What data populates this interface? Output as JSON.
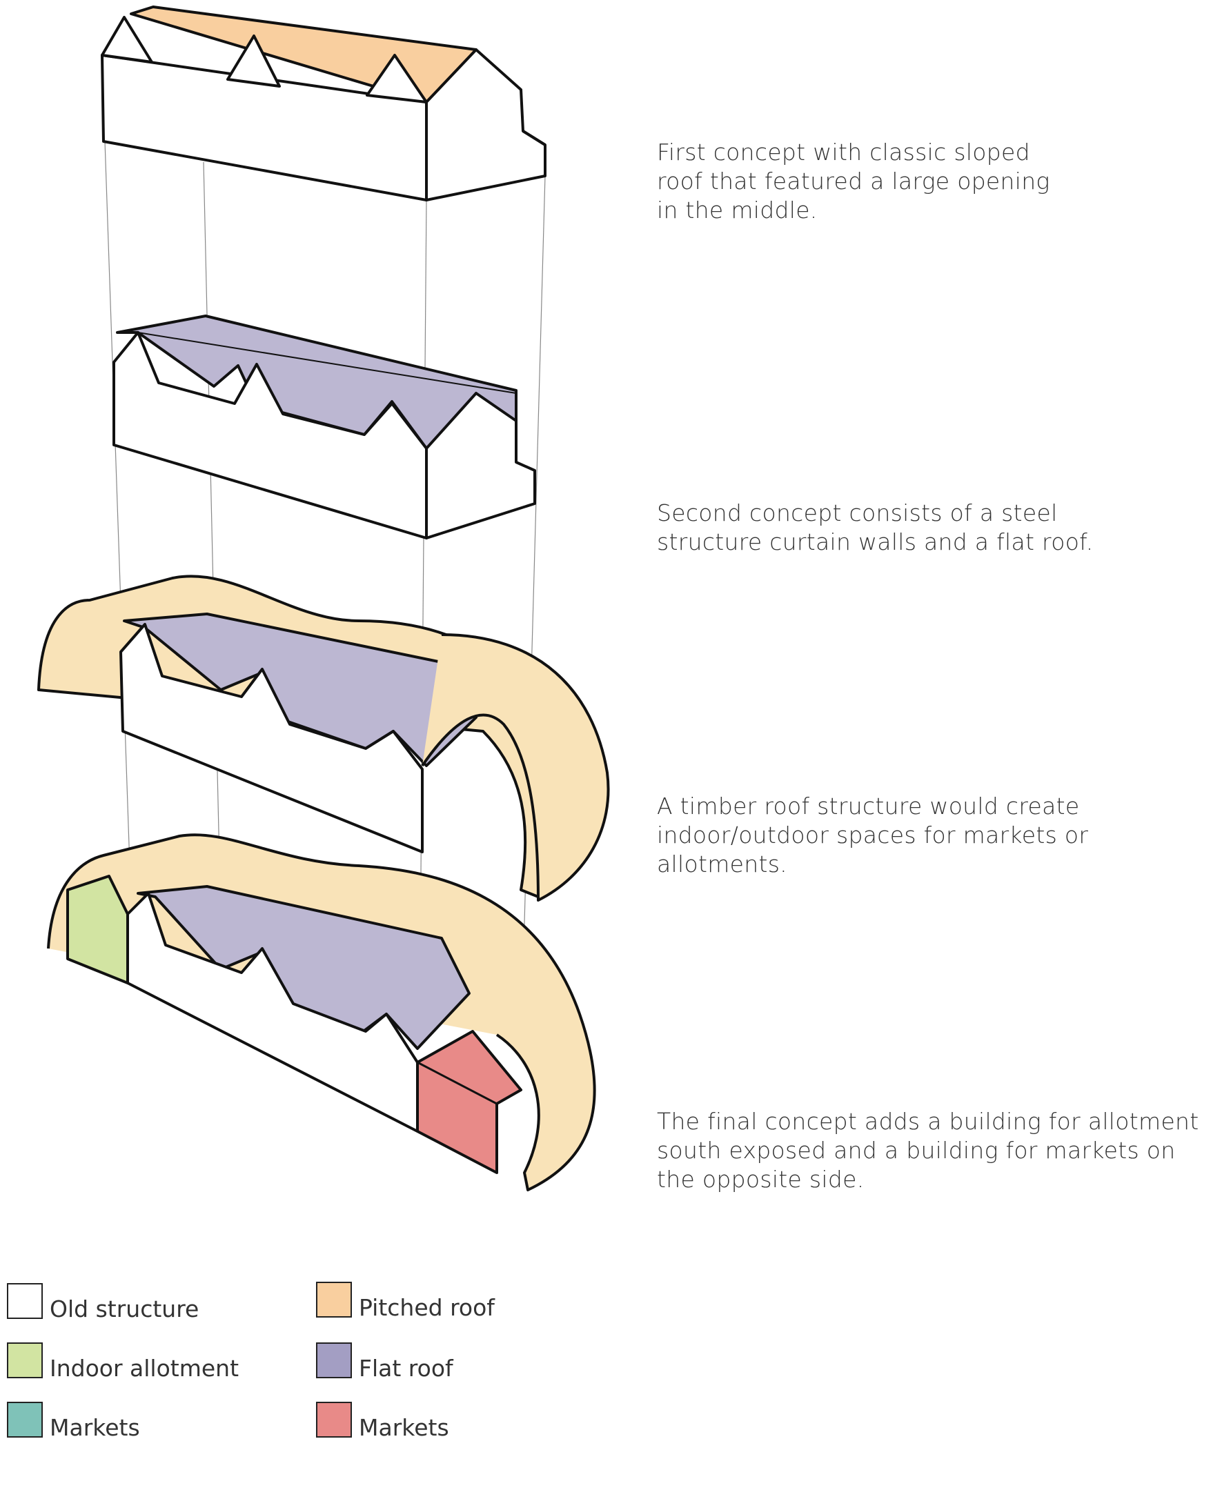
{
  "captions": {
    "c1": "First concept with classic sloped roof that featured a large opening in the middle.",
    "c2": "Second concept consists of a steel structure curtain walls and a flat roof.",
    "c3": "A timber roof structure would create indoor/outdoor spaces for markets or allotments.",
    "c4": "The final concept adds a building for allotment south exposed and a building for markets on the opposite side."
  },
  "legend": {
    "items": [
      {
        "label": "Old structure",
        "color": "#ffffff"
      },
      {
        "label": "Indoor allotment",
        "color": "#d2e4a2"
      },
      {
        "label": "Markets",
        "color": "#7fc2b8"
      },
      {
        "label": "Pitched roof",
        "color": "#f9cf9f"
      },
      {
        "label": "Flat roof",
        "color": "#a39ec3"
      },
      {
        "label": "Markets",
        "color": "#e88a88"
      }
    ]
  },
  "colors": {
    "pitched_roof": "#f9cf9f",
    "flat_roof": "#bcb7d2",
    "timber_roof": "#f9e3b8",
    "allotment": "#d2e4a2",
    "market": "#e88a88",
    "outline": "#111111"
  }
}
